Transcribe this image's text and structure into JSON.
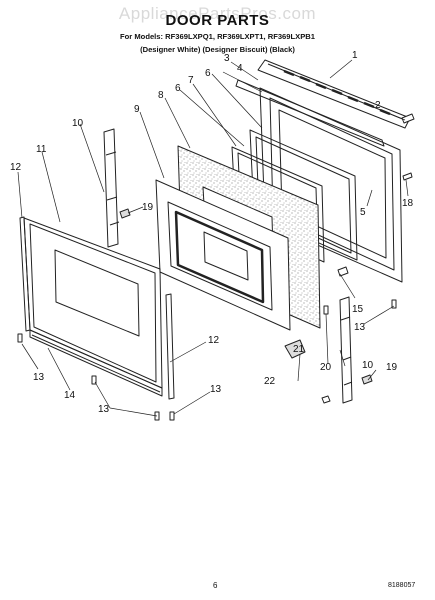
{
  "watermark": "AppliancePartsPros.com",
  "header": {
    "title": "DOOR PARTS",
    "models_line": "For Models: RF369LXPQ1, RF369LXPT1, RF369LXPB1",
    "colors_line": "(Designer White)  (Designer Biscuit)  (Black)"
  },
  "callouts": [
    "1",
    "2",
    "3",
    "4",
    "5",
    "6",
    "6",
    "7",
    "8",
    "9",
    "10",
    "10",
    "11",
    "12",
    "12",
    "13",
    "13",
    "13",
    "13",
    "14",
    "15",
    "18",
    "19",
    "19",
    "20",
    "21",
    "22"
  ],
  "footer": {
    "page_number": "6",
    "document_number": "8188057"
  }
}
